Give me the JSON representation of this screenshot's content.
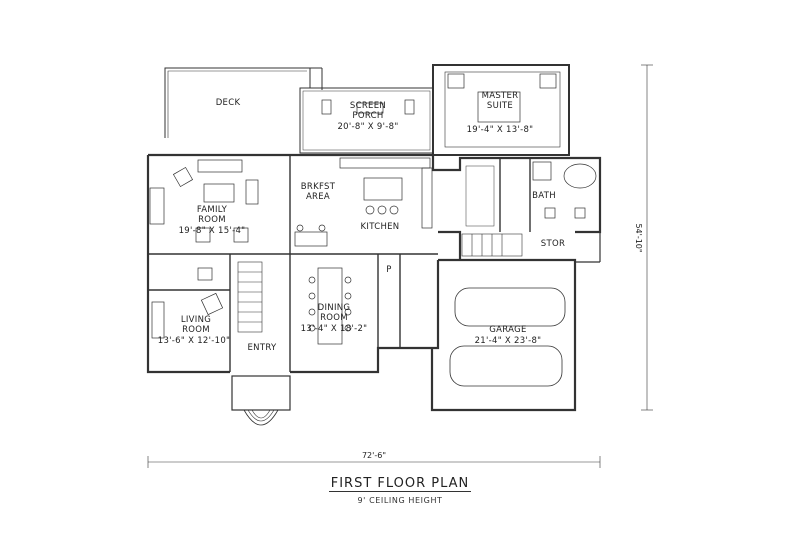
{
  "title": "FIRST FLOOR PLAN",
  "subtitle": "9' CEILING HEIGHT",
  "rooms": {
    "deck": "DECK",
    "screen_porch": {
      "name": "SCREEN",
      "name2": "PORCH",
      "size": "20'-8\" X 9'-8\""
    },
    "master_suite": {
      "name": "MASTER",
      "name2": "SUITE",
      "size": "19'-4\" X 13'-8\""
    },
    "brkfst": {
      "name": "BRKFST",
      "name2": "AREA"
    },
    "kitchen": "KITCHEN",
    "family_room": {
      "name": "FAMILY",
      "name2": "ROOM",
      "size": "19'-8\" X 15'-4\""
    },
    "bath": "BATH",
    "stor": "STOR",
    "pantry": "P",
    "dining_room": {
      "name": "DINING",
      "name2": "ROOM",
      "size": "13'-4\" X 18'-2\""
    },
    "living_room": {
      "name": "LIVING",
      "name2": "ROOM",
      "size": "13'-6\" X 12'-10\""
    },
    "entry": "ENTRY",
    "garage": {
      "name": "GARAGE",
      "size": "21'-4\" X 23'-8\""
    }
  },
  "dimensions": {
    "width": "72'-6\"",
    "depth": "54'-10\""
  },
  "colors": {
    "line": "#333333",
    "background": "#ffffff"
  }
}
